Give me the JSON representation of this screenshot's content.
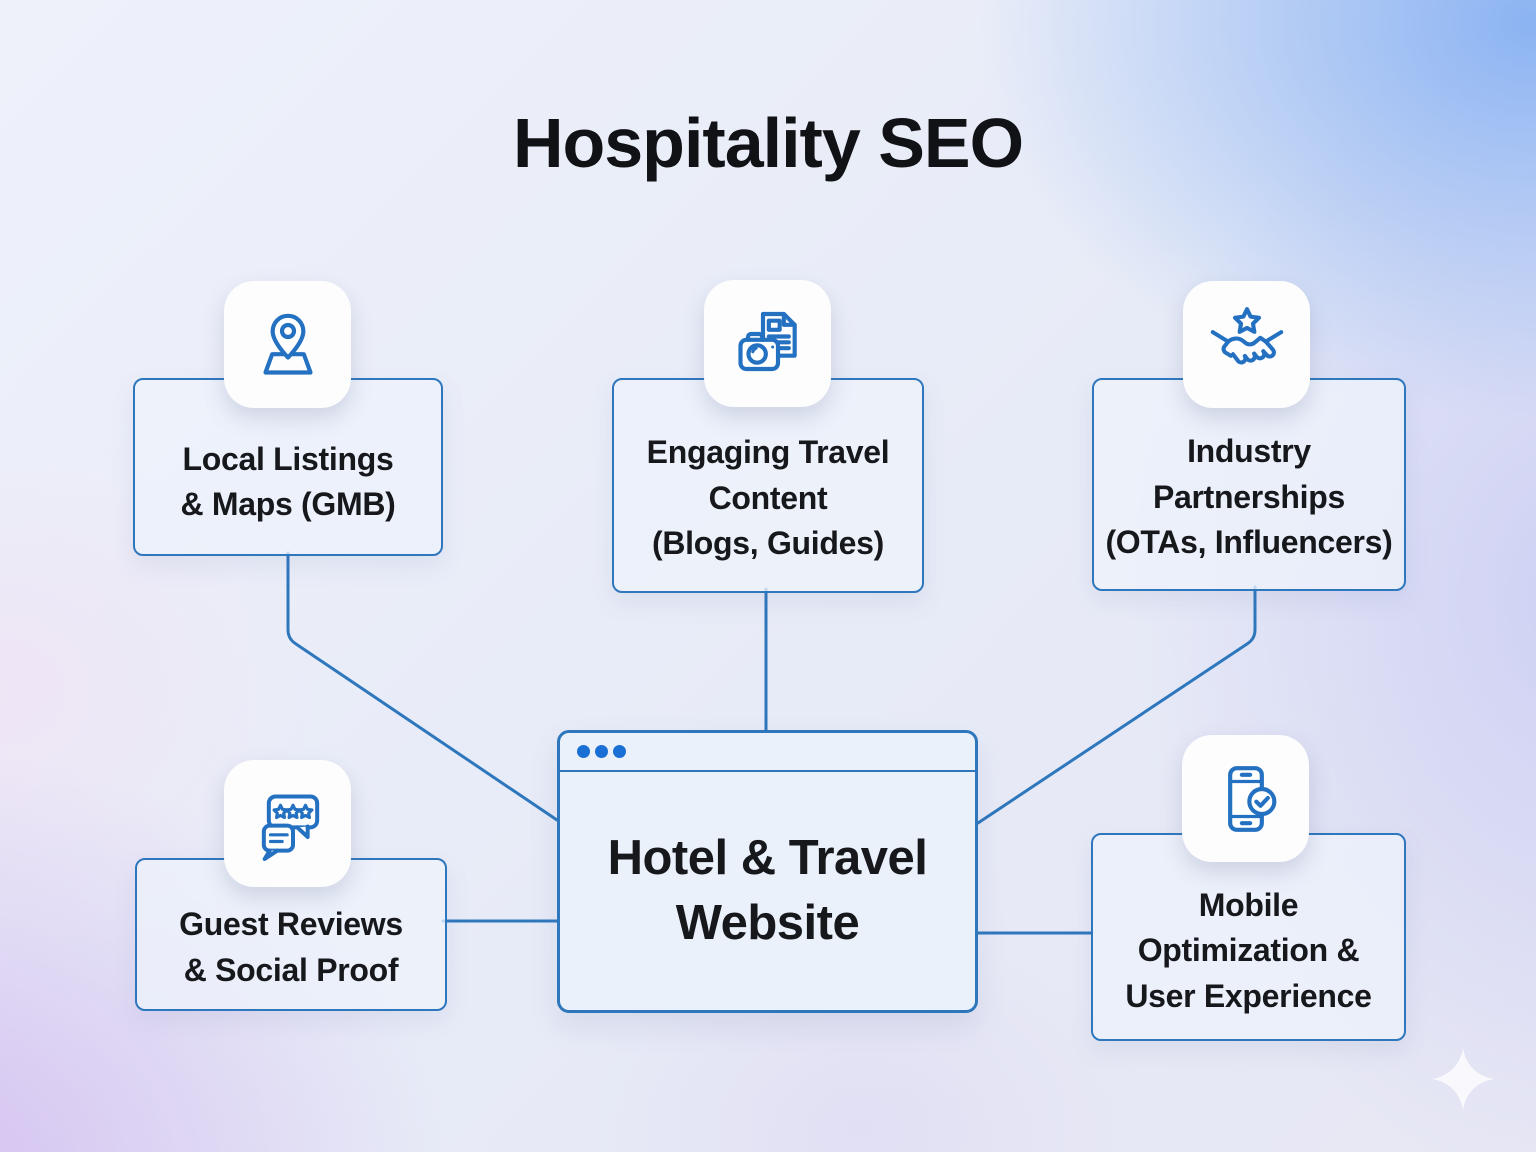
{
  "title": "Hospitality SEO",
  "center_node": {
    "label": "Hotel & Travel\nWebsite",
    "style": "browser-window",
    "window_dots": 3
  },
  "nodes": {
    "local_listings": {
      "label": "Local Listings\n& Maps (GMB)",
      "icon": "map-pin-icon"
    },
    "travel_content": {
      "label": "Engaging Travel\nContent\n(Blogs, Guides)",
      "icon": "camera-document-icon"
    },
    "industry_partnerships": {
      "label": "Industry\nPartnerships\n(OTAs, Influencers)",
      "icon": "handshake-star-icon"
    },
    "guest_reviews": {
      "label": "Guest Reviews\n& Social Proof",
      "icon": "review-stars-chat-icon"
    },
    "mobile_optimization": {
      "label": "Mobile\nOptimization &\nUser Experience",
      "icon": "mobile-check-icon"
    }
  },
  "colors": {
    "box_border": "#2e77bd",
    "icon_stroke": "#2571c1",
    "window_dot": "#1a6fd4",
    "text": "#17181c"
  },
  "watermark": "sparkle-icon"
}
